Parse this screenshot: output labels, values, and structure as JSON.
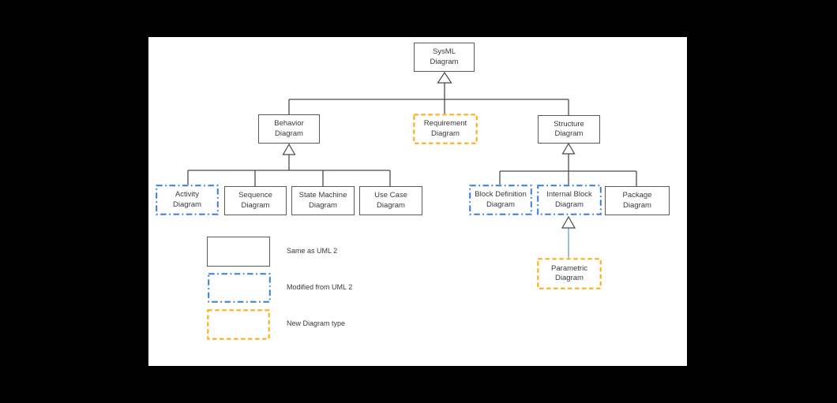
{
  "nodes": {
    "sysml": {
      "label": "SysML\nDiagram",
      "style": "solid"
    },
    "behavior": {
      "label": "Behavior\nDiagram",
      "style": "solid"
    },
    "requirement": {
      "label": "Requirement\nDiagram",
      "style": "new-dashed"
    },
    "structure": {
      "label": "Structure\nDiagram",
      "style": "solid"
    },
    "activity": {
      "label": "Activity\nDiagram",
      "style": "modified-dashdot"
    },
    "sequence": {
      "label": "Sequence\nDiagram",
      "style": "solid"
    },
    "state_machine": {
      "label": "State Machine\nDiagram",
      "style": "solid"
    },
    "use_case": {
      "label": "Use Case\nDiagram",
      "style": "solid"
    },
    "block_definition": {
      "label": "Block Definition\nDiagram",
      "style": "modified-dashdot"
    },
    "internal_block": {
      "label": "Internal Block\nDiagram",
      "style": "modified-dashdot"
    },
    "package": {
      "label": "Package\nDiagram",
      "style": "solid"
    },
    "parametric": {
      "label": "Parametric\nDiagram",
      "style": "new-dashed"
    }
  },
  "legend": {
    "items": [
      {
        "style": "solid",
        "label": "Same as UML 2"
      },
      {
        "style": "dash-dot",
        "label": "Modified from UML 2"
      },
      {
        "style": "dashed",
        "label": "New Diagram type"
      }
    ]
  },
  "colors": {
    "solid_border_gray": "#595959",
    "connector_gray": "#4a4a4a",
    "modified_blue": "#3a7dd9",
    "new_orange": "#fbaf1c",
    "parametric_connector_blue": "#7ea6d8",
    "panel_background": "#ffffff",
    "outer_background": "#000000",
    "text": "#3a3a3a"
  }
}
